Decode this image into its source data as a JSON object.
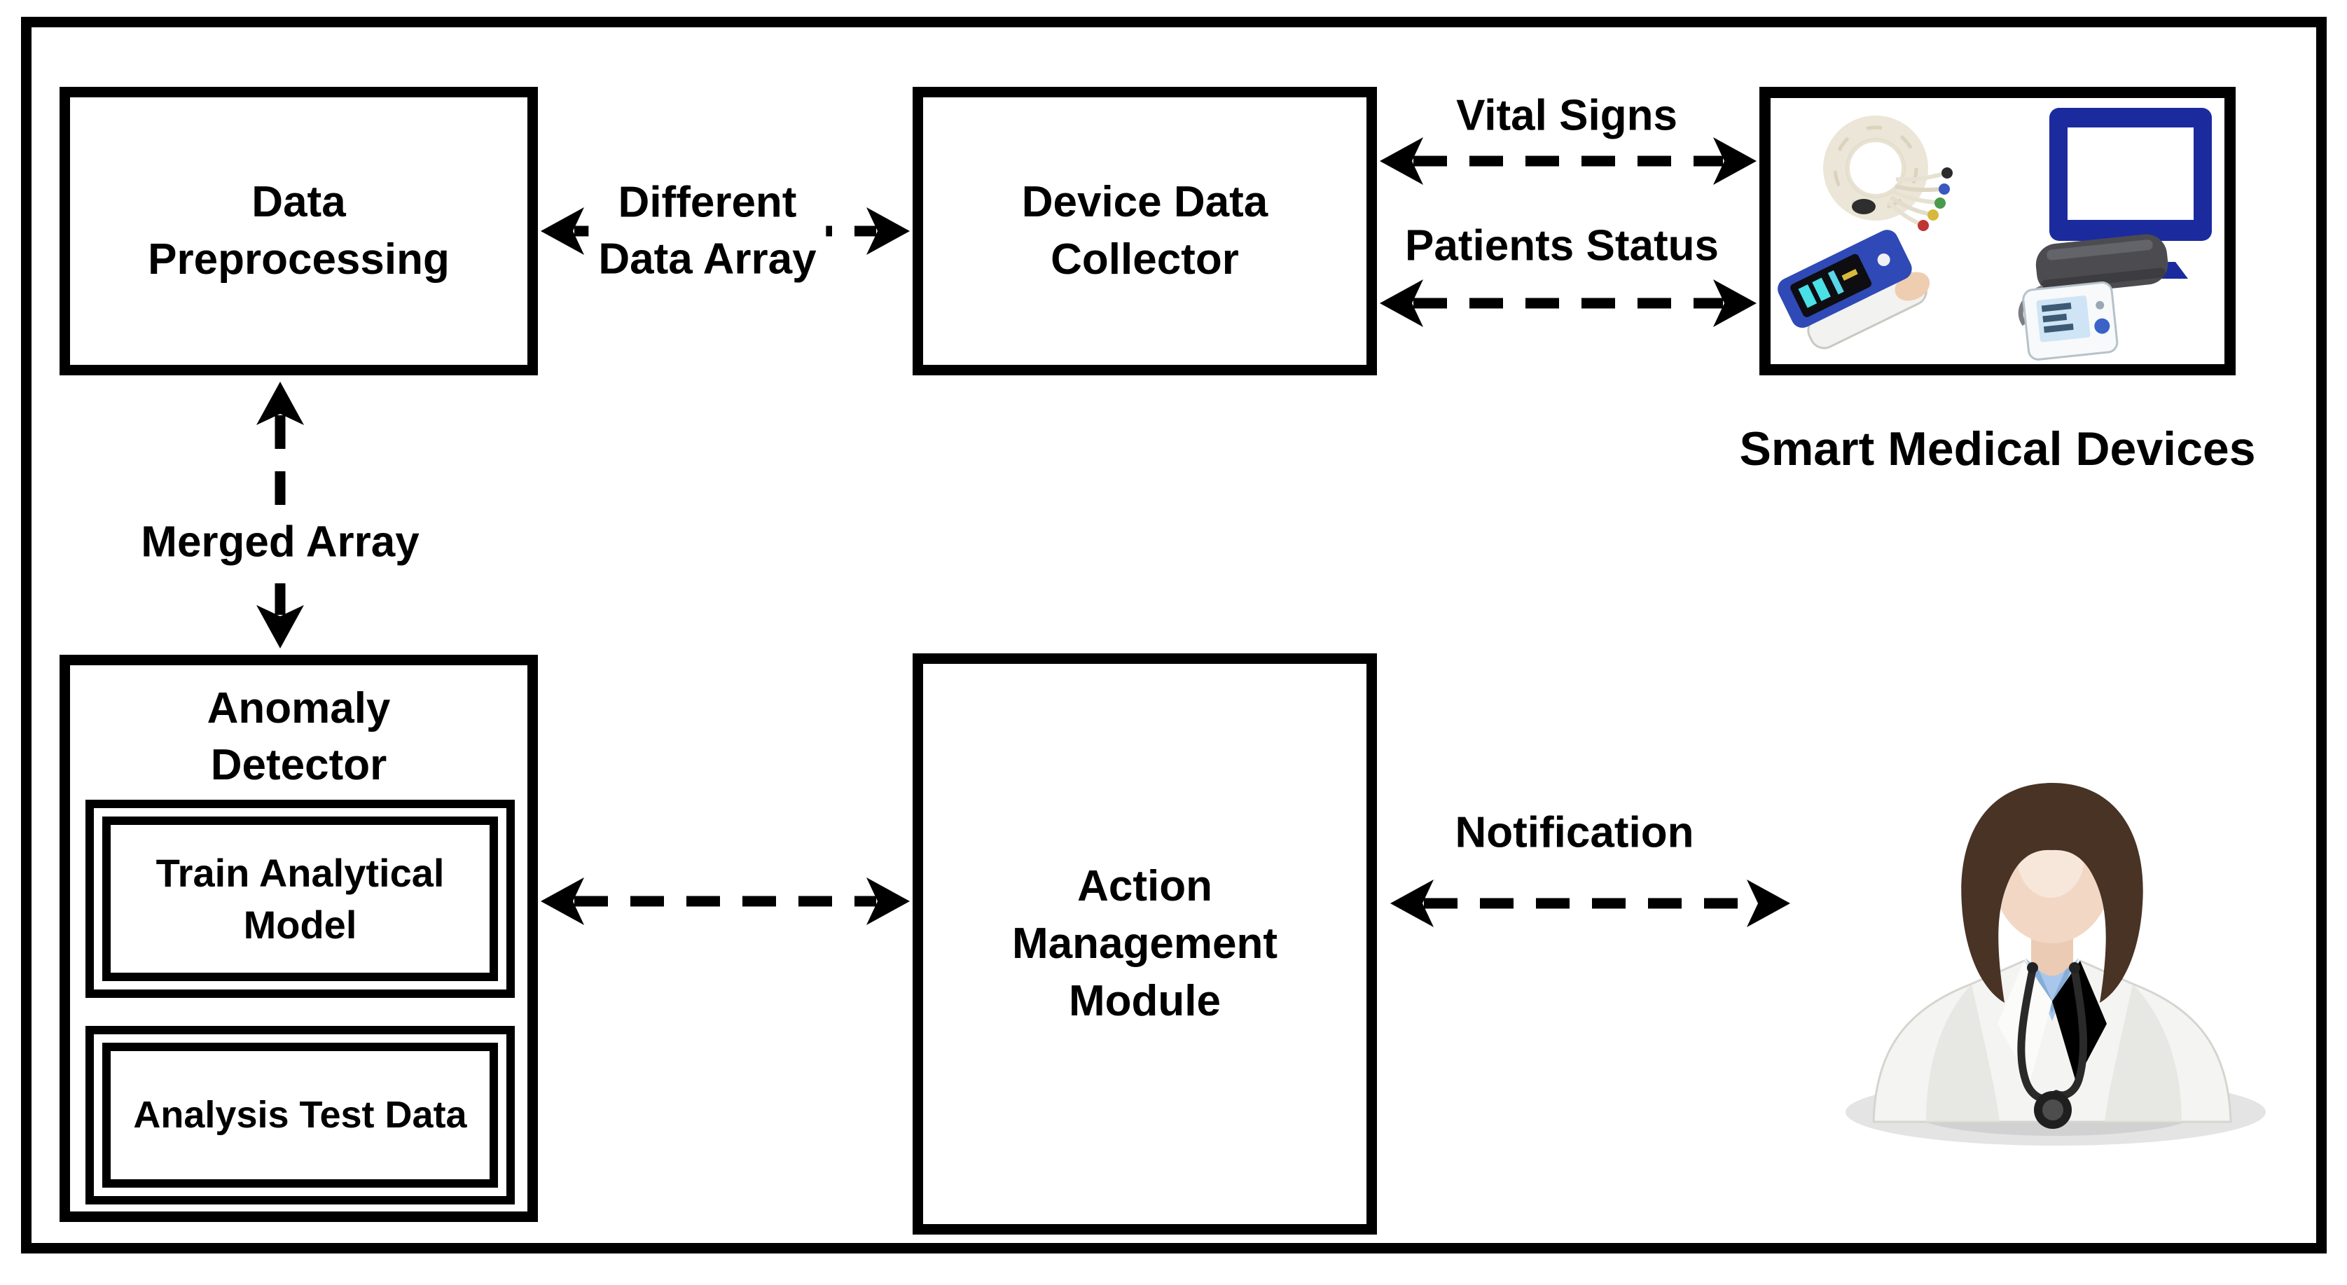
{
  "colors": {
    "ink": "#000000",
    "background": "#ffffff",
    "monitor_blue": "#1b2b9e",
    "oximeter_blue": "#2f49b6",
    "lcd_teal": "#49e0e6",
    "bp_cuff_gray": "#4c4c50",
    "bp_screen_blue": "#cfe4f4",
    "ecg_ivory": "#ece6d8",
    "coat_white": "#f4f4f2",
    "scrub_blue": "#a9c7ea",
    "hair_brown": "#483325",
    "skin": "#f2d8c4"
  },
  "boxes": {
    "data_preprocessing": "Data\nPreprocessing",
    "device_data_collector": "Device Data\nCollector",
    "anomaly_detector": "Anomaly\nDetector",
    "train_analytical_model": "Train Analytical\nModel",
    "analysis_test_data": "Analysis Test Data",
    "action_management_module": "Action\nManagement\nModule"
  },
  "labels": {
    "different_data_array": "Different\nData Array",
    "vital_signs": "Vital Signs",
    "patients_status": "Patients Status",
    "merged_array": "Merged Array",
    "notification": "Notification",
    "smart_medical_devices": "Smart Medical Devices"
  }
}
